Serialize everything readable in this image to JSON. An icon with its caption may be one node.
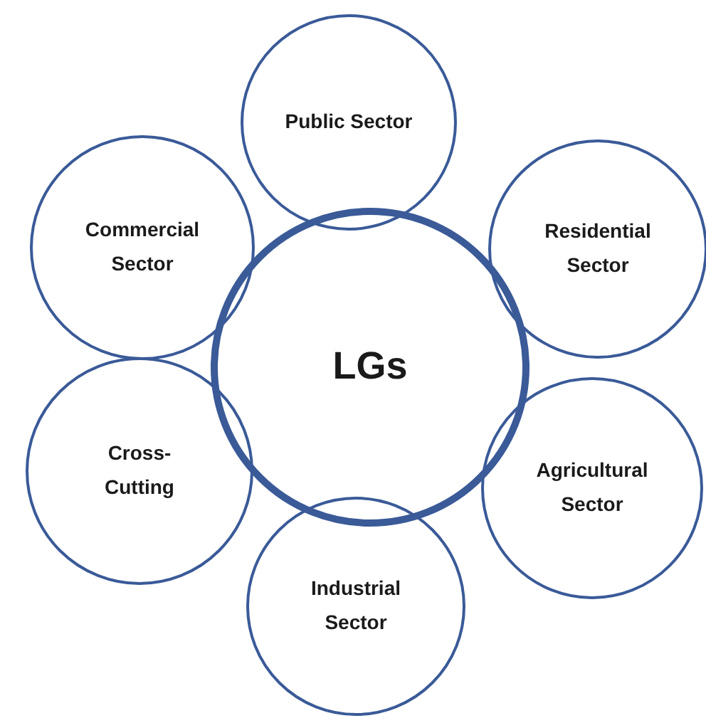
{
  "diagram": {
    "nodes": [
      {
        "text": [
          "Public Sector"
        ]
      },
      {
        "text": [
          "Commercial Sector"
        ]
      },
      {
        "text": [
          "Residential Sector"
        ]
      },
      {
        "text": [
          "LGs"
        ]
      },
      {
        "text": [
          "Cross-Cutting"
        ]
      },
      {
        "text": [
          "Agricultural Sector"
        ]
      },
      {
        "text": [
          "Industrial Sector"
        ]
      }
    ]
  }
}
